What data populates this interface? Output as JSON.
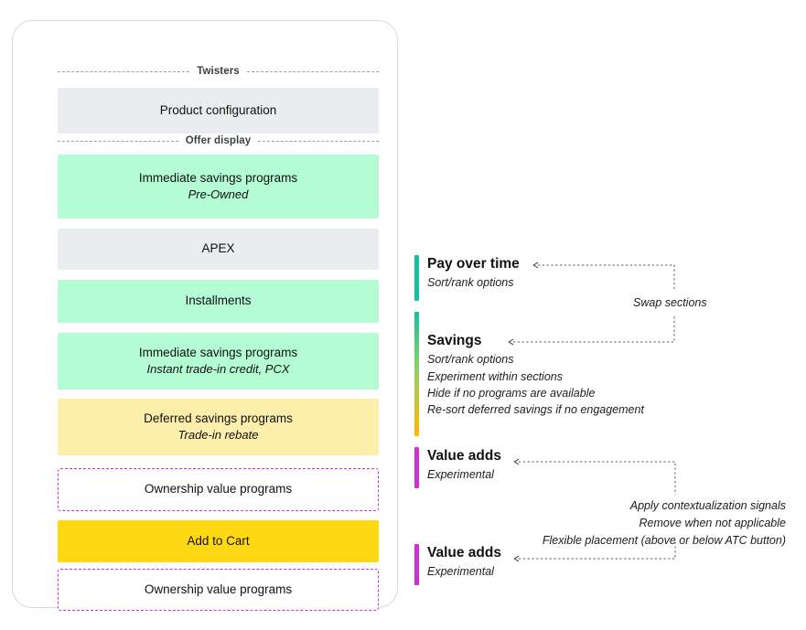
{
  "device": {
    "dividers": [
      {
        "label": "Twisters"
      },
      {
        "label": "Offer display"
      }
    ],
    "rows": [
      {
        "title": "Product configuration",
        "sub": "",
        "style": "grey"
      },
      {
        "title": "Immediate savings programs",
        "sub": "Pre-Owned",
        "style": "green"
      },
      {
        "title": "APEX",
        "sub": "",
        "style": "grey"
      },
      {
        "title": "Installments",
        "sub": "",
        "style": "green"
      },
      {
        "title": "Immediate savings programs",
        "sub": "Instant trade-in credit, PCX",
        "style": "green"
      },
      {
        "title": "Deferred savings programs",
        "sub": "Trade-in rebate",
        "style": "yellow"
      },
      {
        "title": "Ownership value programs",
        "sub": "",
        "style": "dashed"
      },
      {
        "title": "Add to Cart",
        "sub": "",
        "style": "gold"
      },
      {
        "title": "Ownership value programs",
        "sub": "",
        "style": "dashed"
      }
    ]
  },
  "annotations": [
    {
      "title": "Pay over time",
      "notes": [
        "Sort/rank options"
      ],
      "accent": "#19bf9a"
    },
    {
      "title": "Savings",
      "notes": [
        "Sort/rank options",
        "Experiment within sections",
        "Hide if no programs are available",
        "Re-sort deferred savings if no engagement"
      ],
      "accent_top": "#19bf9a",
      "accent_bottom": "#ffb902"
    },
    {
      "title": "Value adds",
      "notes": [
        "Experimental"
      ],
      "accent": "#cc33cc"
    },
    {
      "title": "Value adds",
      "notes": [
        "Experimental"
      ],
      "accent": "#cc33cc"
    }
  ],
  "callouts": {
    "swap": "Swap sections",
    "value_add_rules": [
      "Apply contextualization signals",
      "Remove when not applicable",
      "Flexible placement (above or below ATC button)"
    ]
  },
  "colors": {
    "grey_row": "#eaedee",
    "green_row": "#b3fcd4",
    "yellow_row": "#fceeab",
    "gold_button": "#ffd814",
    "dashed_outline": "#cc33cc",
    "accent_teal": "#19bf9a",
    "accent_gold": "#ffb902",
    "accent_magenta": "#cc33cc"
  }
}
